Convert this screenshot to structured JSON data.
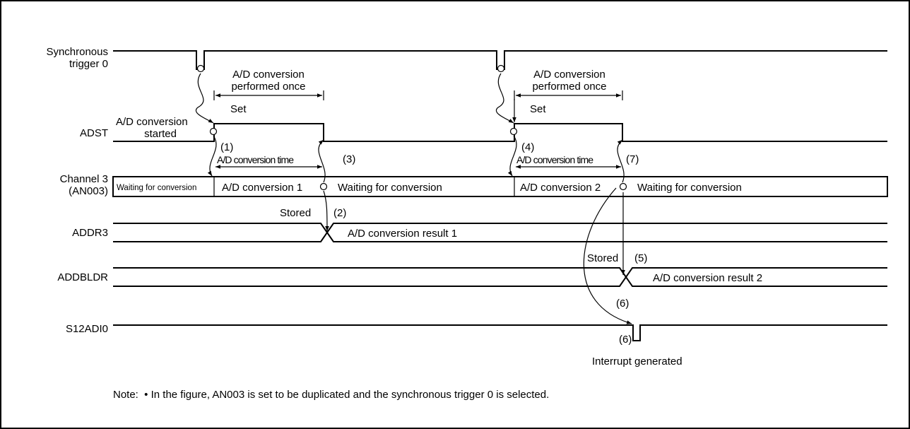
{
  "signals": {
    "sync_trigger_line1": "Synchronous",
    "sync_trigger_line2": "trigger 0",
    "adst": "ADST",
    "channel3_line1": "Channel 3",
    "channel3_line2": "(AN003)",
    "addr3": "ADDR3",
    "addbldr": "ADDBLDR",
    "s12adi0": "S12ADI0"
  },
  "annotations": {
    "once_line1": "A/D conversion",
    "once_line2": "performed once",
    "set": "Set",
    "started_line1": "A/D conversion",
    "started_line2": "started",
    "conversion_time": "A/D conversion time",
    "waiting": "Waiting for conversion",
    "conversion_1": "A/D conversion 1",
    "conversion_2": "A/D conversion 2",
    "stored": "Stored",
    "result_1": "A/D conversion result 1",
    "result_2": "A/D conversion result 2",
    "interrupt": "Interrupt generated",
    "step_1": "(1)",
    "step_2": "(2)",
    "step_3": "(3)",
    "step_4": "(4)",
    "step_5": "(5)",
    "step_6": "(6)",
    "step_7": "(7)"
  },
  "note": "Note:  • In the figure, AN003 is set to be duplicated and the synchronous trigger 0 is selected."
}
